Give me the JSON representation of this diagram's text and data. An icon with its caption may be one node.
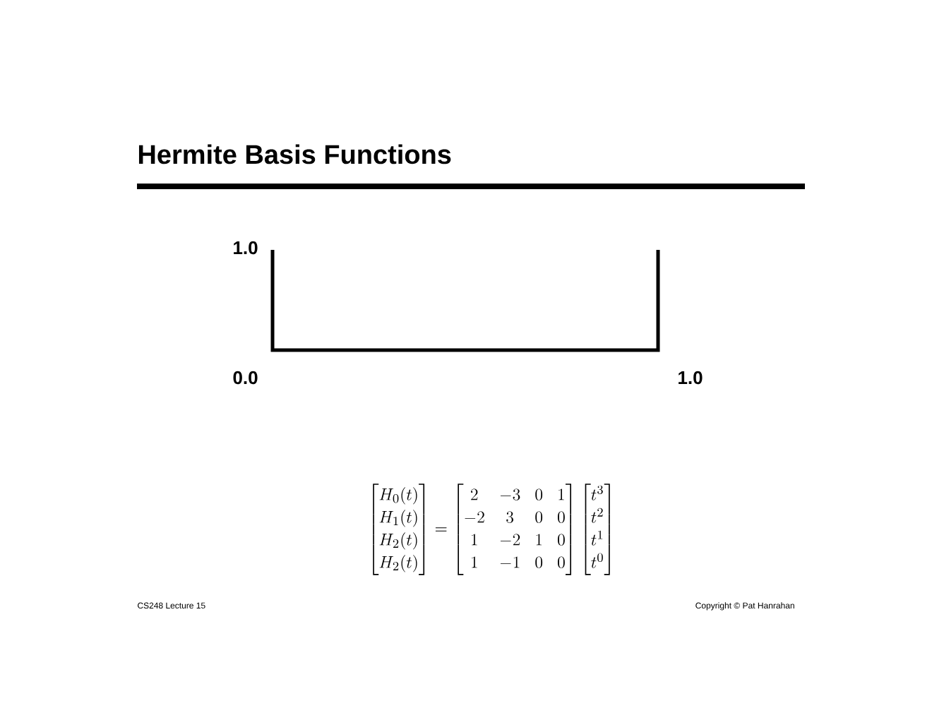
{
  "diagram": {
    "title": "Hermite Basis Functions",
    "labels": [
      "1.0",
      "0.0",
      "1.0",
      "\\begin{bmatrix} H_0(t) \\\\ H_1(t) \\\\ H_2(t) \\\\ H_2(t) \\end{bmatrix} = \\begin{bmatrix} 2 & -3 & 0 & 1 \\\\ -2 & 3 & 0 & 0 \\\\ 1 & -2 & 1 & 0 \\\\ 1 & -1 & 0 & 0 \\end{bmatrix} \\begin{bmatrix} t^3 \\\\ t^2 \\\\ t^1 \\\\ t^0 \\end{bmatrix}",
      "CS248 Lecture 15",
      "Copyright © Pat Hanrahan"
    ]
  }
}
